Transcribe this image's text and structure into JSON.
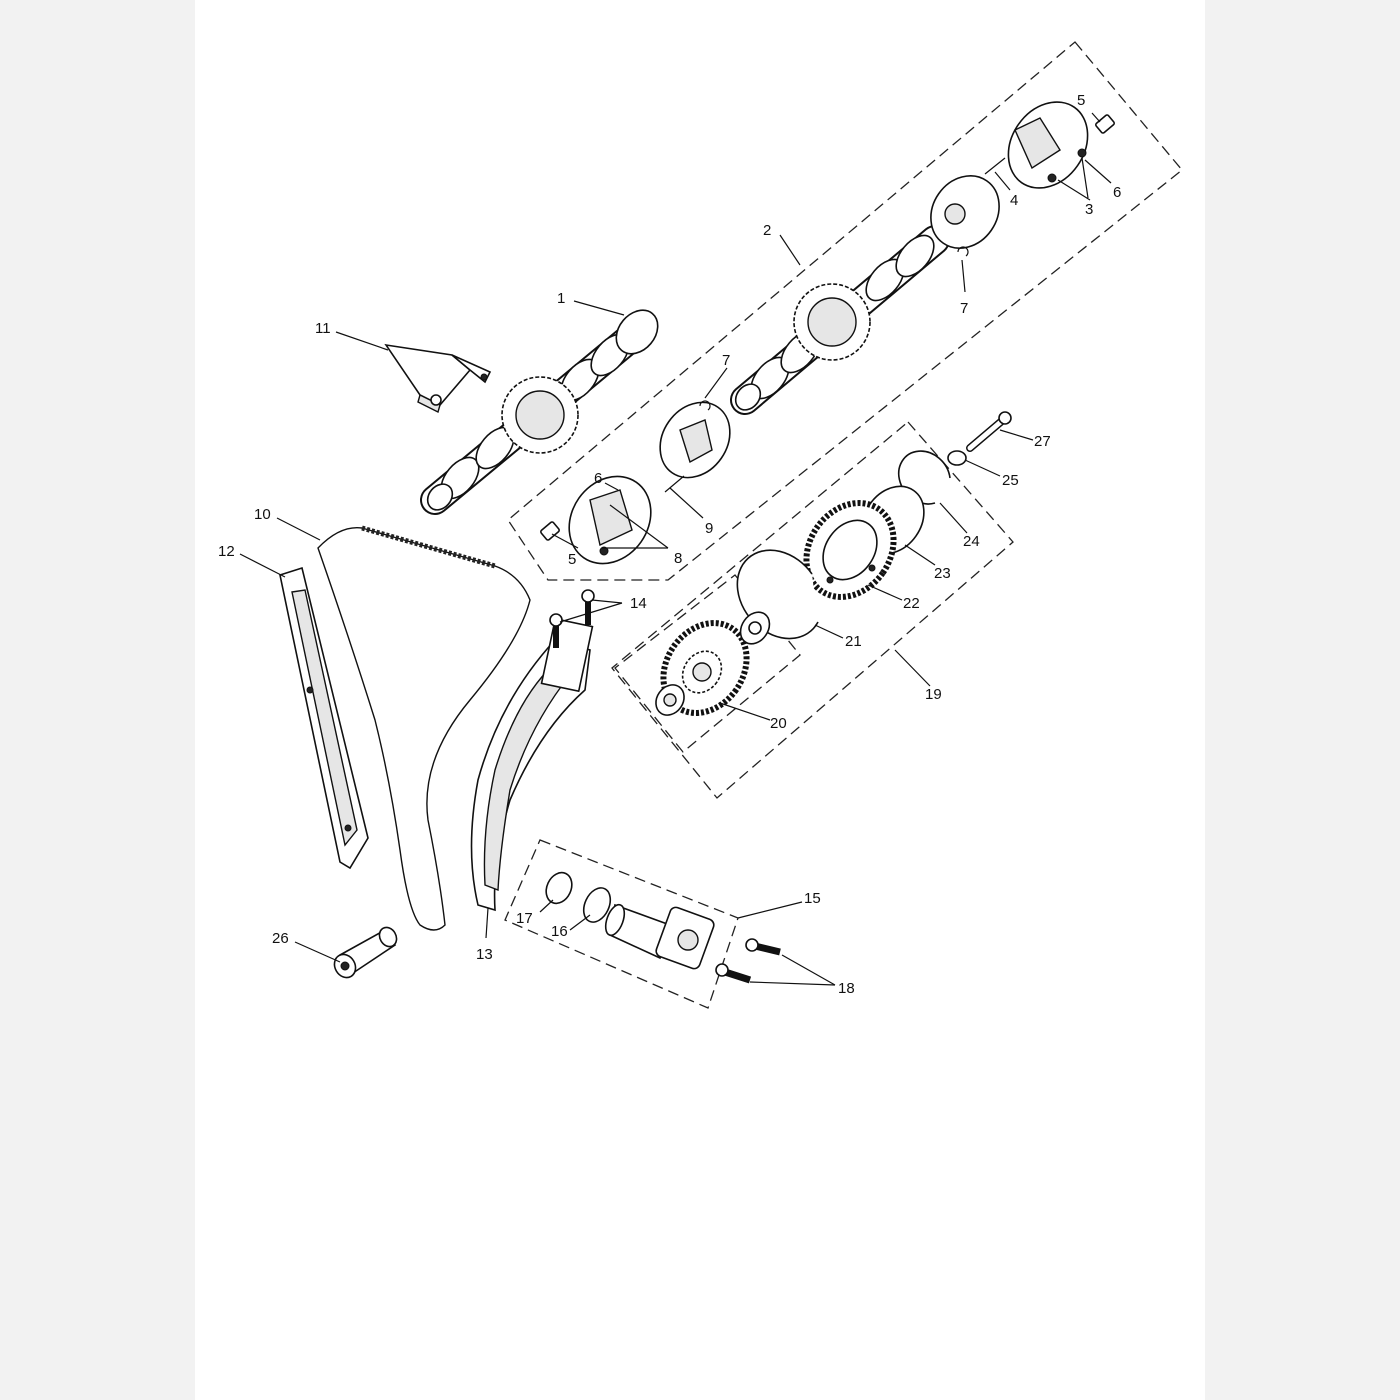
{
  "diagram": {
    "callouts": [
      {
        "id": "c1",
        "text": "1"
      },
      {
        "id": "c2",
        "text": "2"
      },
      {
        "id": "c3",
        "text": "3"
      },
      {
        "id": "c4",
        "text": "4"
      },
      {
        "id": "c5a",
        "text": "5"
      },
      {
        "id": "c5b",
        "text": "5"
      },
      {
        "id": "c6a",
        "text": "6"
      },
      {
        "id": "c6b",
        "text": "6"
      },
      {
        "id": "c7a",
        "text": "7"
      },
      {
        "id": "c7b",
        "text": "7"
      },
      {
        "id": "c8",
        "text": "8"
      },
      {
        "id": "c9",
        "text": "9"
      },
      {
        "id": "c10",
        "text": "10"
      },
      {
        "id": "c11",
        "text": "11"
      },
      {
        "id": "c12",
        "text": "12"
      },
      {
        "id": "c13",
        "text": "13"
      },
      {
        "id": "c14",
        "text": "14"
      },
      {
        "id": "c15",
        "text": "15"
      },
      {
        "id": "c16",
        "text": "16"
      },
      {
        "id": "c17",
        "text": "17"
      },
      {
        "id": "c18",
        "text": "18"
      },
      {
        "id": "c19",
        "text": "19"
      },
      {
        "id": "c20",
        "text": "20"
      },
      {
        "id": "c21",
        "text": "21"
      },
      {
        "id": "c22",
        "text": "22"
      },
      {
        "id": "c23",
        "text": "23"
      },
      {
        "id": "c24",
        "text": "24"
      },
      {
        "id": "c25",
        "text": "25"
      },
      {
        "id": "c26",
        "text": "26"
      },
      {
        "id": "c27",
        "text": "27"
      }
    ]
  }
}
